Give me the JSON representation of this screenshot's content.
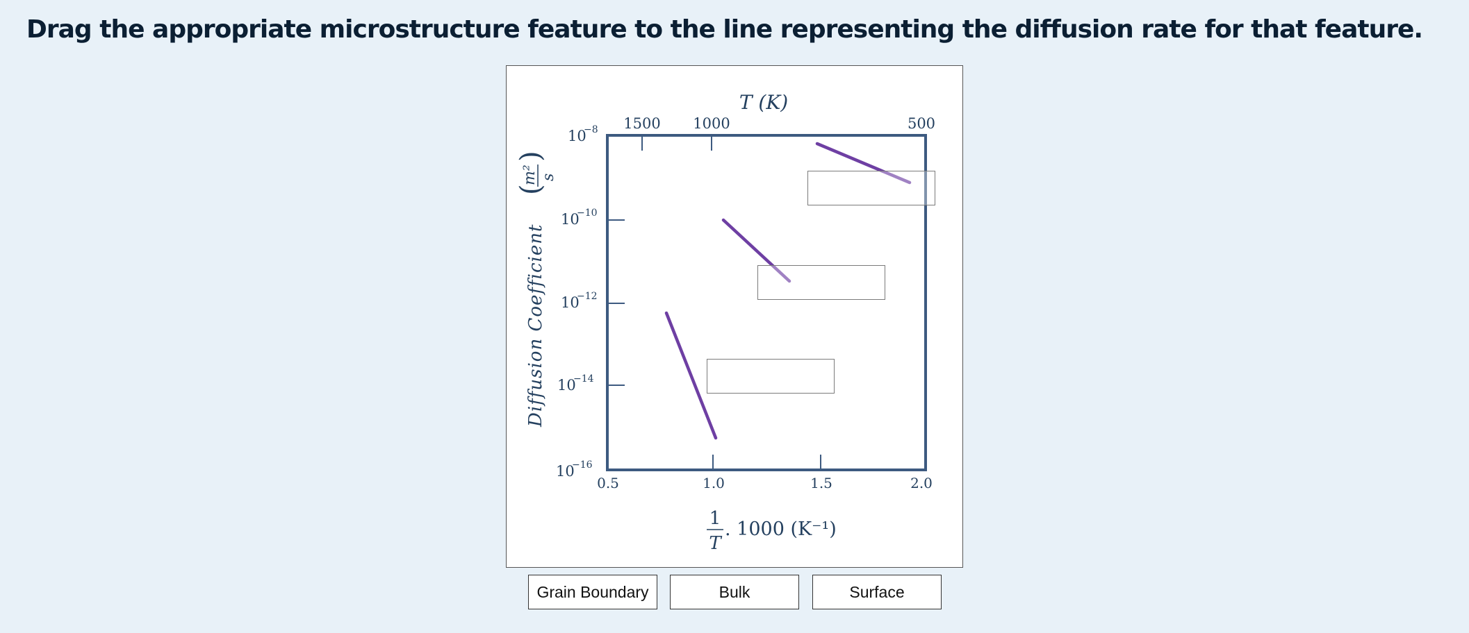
{
  "prompt": "Drag the appropriate microstructure feature to the line representing the diffusion rate for that feature.",
  "figure": {
    "top_axis_label": "T (K)",
    "top_ticks": [
      "1500",
      "1000",
      "500"
    ],
    "y_axis_label": "Diffusion Coefficient",
    "y_unit_num": "m²",
    "y_unit_den": "s",
    "y_ticks": [
      {
        "base": "10",
        "exp": "−8"
      },
      {
        "base": "10",
        "exp": "−10"
      },
      {
        "base": "10",
        "exp": "−12"
      },
      {
        "base": "10",
        "exp": "−14"
      },
      {
        "base": "10",
        "exp": "−16"
      }
    ],
    "x_ticks": [
      "0.5",
      "1.0",
      "1.5",
      "2.0"
    ],
    "x_label_num": "1",
    "x_label_den": "T",
    "x_label_rest": ". 1000 (K⁻¹)",
    "line_color": "#6e3fa3"
  },
  "drop_zones": [
    {
      "name": "top",
      "value": ""
    },
    {
      "name": "middle",
      "value": ""
    },
    {
      "name": "bottom",
      "value": ""
    }
  ],
  "drag_items": [
    "Grain Boundary",
    "Bulk",
    "Surface"
  ]
}
